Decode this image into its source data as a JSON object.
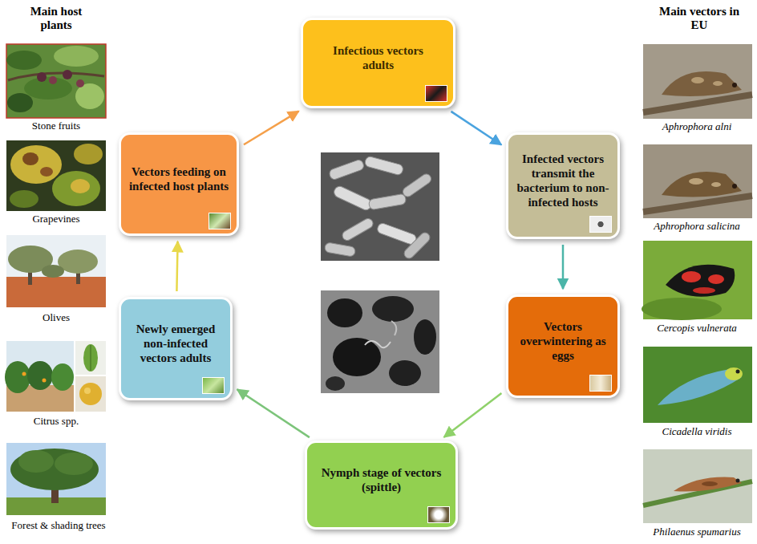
{
  "diagram": {
    "nodes": [
      {
        "text": [
          "Infectious vectors adults"
        ]
      },
      {
        "text": [
          "Infected vectors transmit the bacterium to non-infected hosts"
        ]
      },
      {
        "text": [
          "Vectors overwintering as eggs"
        ]
      },
      {
        "text": [
          "Nymph stage of vectors (spittle)"
        ]
      },
      {
        "text": [
          "Newly emerged non-infected vectors adults"
        ]
      },
      {
        "text": [
          "Vectors feeding on infected host plants"
        ]
      }
    ],
    "edges": [
      {
        "from": 0,
        "to": 1,
        "arrow": "to"
      },
      {
        "from": 1,
        "to": 2,
        "arrow": "to"
      },
      {
        "from": 2,
        "to": 3,
        "arrow": "to"
      },
      {
        "from": 3,
        "to": 4,
        "arrow": "to"
      },
      {
        "from": 4,
        "to": 5,
        "arrow": "to"
      },
      {
        "from": 5,
        "to": 0,
        "arrow": "to"
      }
    ],
    "labels": [
      "Main host plants",
      "Stone fruits",
      "Grapevines",
      "Olives",
      "Citrus spp.",
      "Forest & shading trees",
      "Main vectors in EU",
      "Aphrophora alni",
      "Aphrophora salicina",
      "Cercopis vulnerata",
      "Cicadella viridis",
      "Philaenus spumarius"
    ]
  }
}
